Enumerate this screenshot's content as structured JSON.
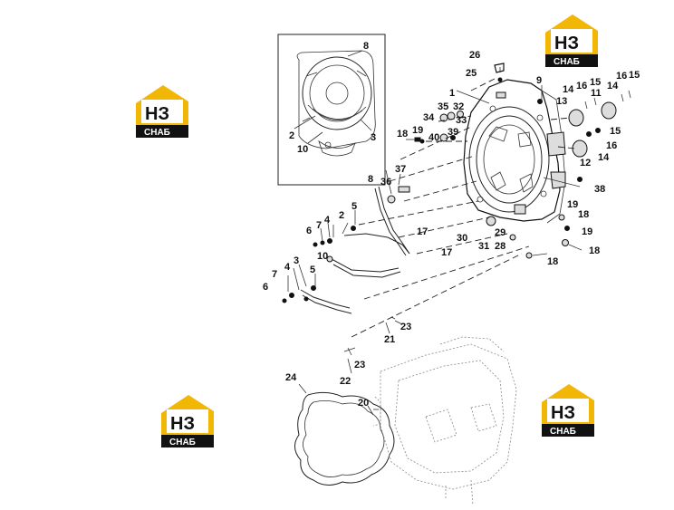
{
  "watermark": {
    "letters": "НЗ",
    "caption": "СНАБ",
    "colors": {
      "gold": "#f2b705",
      "dark": "#111111",
      "caption_bg": "#111111"
    }
  },
  "callouts": {
    "c1": "1",
    "c2": "2",
    "c3": "3",
    "c8": "8",
    "c10": "10",
    "c26": "26",
    "c25": "25",
    "c9": "9",
    "c35": "35",
    "c32": "32",
    "c34": "34",
    "c33": "33",
    "c18a": "18",
    "c19a": "19",
    "c40": "40",
    "c39": "39",
    "c13": "13",
    "c14a": "14",
    "c16a": "16",
    "c15a": "15",
    "c11": "11",
    "c16b": "16",
    "c14b": "14",
    "c15b": "15",
    "c15c": "15",
    "c16c": "16",
    "c12": "12",
    "c14c": "14",
    "c38": "38",
    "c8b": "8",
    "c36": "36",
    "c37": "37",
    "c2b": "2",
    "c4a": "4",
    "c5a": "5",
    "c6a": "6",
    "c7a": "7",
    "c10b": "10",
    "c17a": "17",
    "c17b": "17",
    "c30": "30",
    "c29": "29",
    "c31": "31",
    "c28": "28",
    "c19b": "19",
    "c18b": "18",
    "c19c": "19",
    "c18c": "18",
    "c18d": "18",
    "c3b": "3",
    "c4b": "4",
    "c5b": "5",
    "c6b": "6",
    "c7b": "7",
    "c23a": "23",
    "c21": "21",
    "c23b": "23",
    "c22": "22",
    "c24": "24",
    "c20": "20"
  }
}
